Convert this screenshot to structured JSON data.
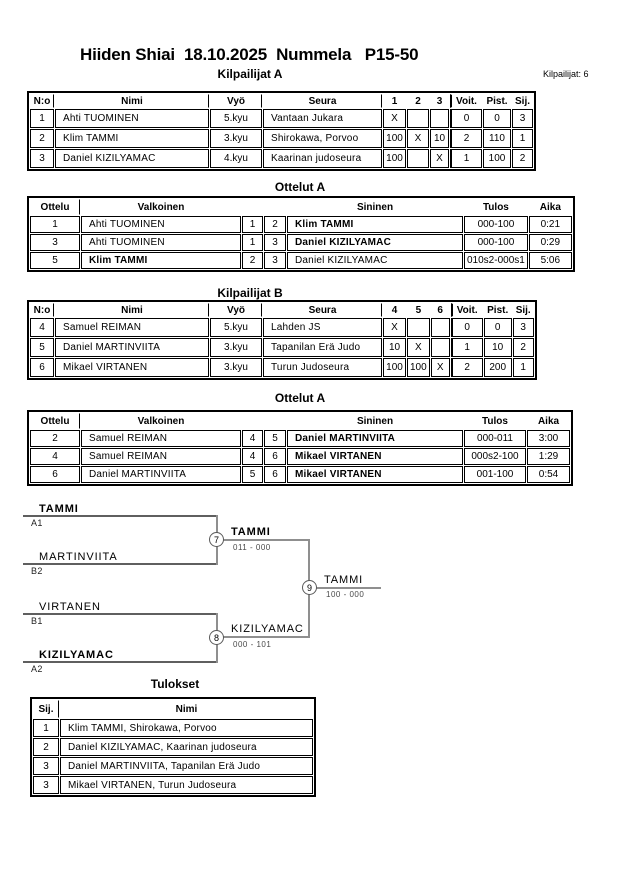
{
  "colors": {
    "ink": "#000000",
    "bracket_line": "#8f8f8f",
    "underline": "#5f5f5f"
  },
  "page": {
    "title": "Hiiden Shiai  18.10.2025  Nummela   P15-50",
    "participants_note": "Kilpailijat: 6"
  },
  "pool_a": {
    "title": "Kilpailijat A",
    "headers": [
      "N:o",
      "Nimi",
      "Vyö",
      "Seura",
      "1",
      "2",
      "3",
      "Voit.",
      "Pist.",
      "Sij."
    ],
    "rows": [
      {
        "no": "1",
        "name": "Ahti TUOMINEN",
        "belt": "5.kyu",
        "club": "Vantaan Jukara",
        "r1": "X",
        "r2": "",
        "r3": "",
        "wins": "0",
        "points": "0",
        "place": "3"
      },
      {
        "no": "2",
        "name": "Klim TAMMI",
        "belt": "3.kyu",
        "club": "Shirokawa, Porvoo",
        "r1": "100",
        "r2": "X",
        "r3": "10",
        "wins": "2",
        "points": "110",
        "place": "1"
      },
      {
        "no": "3",
        "name": "Daniel KIZILYAMAC",
        "belt": "4.kyu",
        "club": "Kaarinan judoseura",
        "r1": "100",
        "r2": "",
        "r3": "X",
        "wins": "1",
        "points": "100",
        "place": "2"
      }
    ]
  },
  "matches_a": {
    "title": "Ottelut A",
    "headers": {
      "match": "Ottelu",
      "white": "Valkoinen",
      "blue": "Sininen",
      "score": "Tulos",
      "time": "Aika"
    },
    "rows": [
      {
        "match": "1",
        "white": "Ahti TUOMINEN",
        "white_bold": false,
        "wn": "1",
        "bn": "2",
        "blue": "Klim TAMMI",
        "blue_bold": true,
        "score": "000-100",
        "time": "0:21"
      },
      {
        "match": "3",
        "white": "Ahti TUOMINEN",
        "white_bold": false,
        "wn": "1",
        "bn": "3",
        "blue": "Daniel KIZILYAMAC",
        "blue_bold": true,
        "score": "000-100",
        "time": "0:29"
      },
      {
        "match": "5",
        "white": "Klim TAMMI",
        "white_bold": true,
        "wn": "2",
        "bn": "3",
        "blue": "Daniel KIZILYAMAC",
        "blue_bold": false,
        "score": "010s2-000s1",
        "time": "5:06"
      }
    ]
  },
  "pool_b": {
    "title": "Kilpailijat B",
    "headers": [
      "N:o",
      "Nimi",
      "Vyö",
      "Seura",
      "4",
      "5",
      "6",
      "Voit.",
      "Pist.",
      "Sij."
    ],
    "rows": [
      {
        "no": "4",
        "name": "Samuel REIMAN",
        "belt": "5.kyu",
        "club": "Lahden JS",
        "r1": "X",
        "r2": "",
        "r3": "",
        "wins": "0",
        "points": "0",
        "place": "3"
      },
      {
        "no": "5",
        "name": "Daniel MARTINVIITA",
        "belt": "3.kyu",
        "club": "Tapanilan Erä Judo",
        "r1": "10",
        "r2": "X",
        "r3": "",
        "wins": "1",
        "points": "10",
        "place": "2"
      },
      {
        "no": "6",
        "name": "Mikael VIRTANEN",
        "belt": "3.kyu",
        "club": "Turun Judoseura",
        "r1": "100",
        "r2": "100",
        "r3": "X",
        "wins": "2",
        "points": "200",
        "place": "1"
      }
    ]
  },
  "matches_b": {
    "title": "Ottelut A",
    "headers": {
      "match": "Ottelu",
      "white": "Valkoinen",
      "blue": "Sininen",
      "score": "Tulos",
      "time": "Aika"
    },
    "rows": [
      {
        "match": "2",
        "white": "Samuel REIMAN",
        "white_bold": false,
        "wn": "4",
        "bn": "5",
        "blue": "Daniel MARTINVIITA",
        "blue_bold": true,
        "score": "000-011",
        "time": "3:00"
      },
      {
        "match": "4",
        "white": "Samuel REIMAN",
        "white_bold": false,
        "wn": "4",
        "bn": "6",
        "blue": "Mikael VIRTANEN",
        "blue_bold": true,
        "score": "000s2-100",
        "time": "1:29"
      },
      {
        "match": "6",
        "white": "Daniel MARTINVIITA",
        "white_bold": false,
        "wn": "5",
        "bn": "6",
        "blue": "Mikael VIRTANEN",
        "blue_bold": true,
        "score": "001-100",
        "time": "0:54"
      }
    ]
  },
  "bracket": {
    "slots": [
      {
        "seed": "A1",
        "name": "TAMMI",
        "bold": true
      },
      {
        "seed": "B2",
        "name": "MARTINVIITA",
        "bold": false
      },
      {
        "seed": "B1",
        "name": "VIRTANEN",
        "bold": false
      },
      {
        "seed": "A2",
        "name": "KIZILYAMAC",
        "bold": true
      }
    ],
    "semifinals": [
      {
        "number": "7",
        "winner": "TAMMI",
        "score": "011 - 000",
        "winner_bold": true
      },
      {
        "number": "8",
        "winner": "KIZILYAMAC",
        "score": "000 - 101",
        "winner_bold": false
      }
    ],
    "final": {
      "number": "9",
      "winner": "TAMMI",
      "score": "100 - 000",
      "winner_bold": false
    }
  },
  "results": {
    "title": "Tulokset",
    "headers": {
      "place": "Sij.",
      "name": "Nimi"
    },
    "rows": [
      {
        "place": "1",
        "name": "Klim TAMMI, Shirokawa, Porvoo"
      },
      {
        "place": "2",
        "name": "Daniel KIZILYAMAC, Kaarinan judoseura"
      },
      {
        "place": "3",
        "name": "Daniel MARTINVIITA, Tapanilan Erä Judo"
      },
      {
        "place": "3",
        "name": "Mikael VIRTANEN, Turun Judoseura"
      }
    ]
  }
}
